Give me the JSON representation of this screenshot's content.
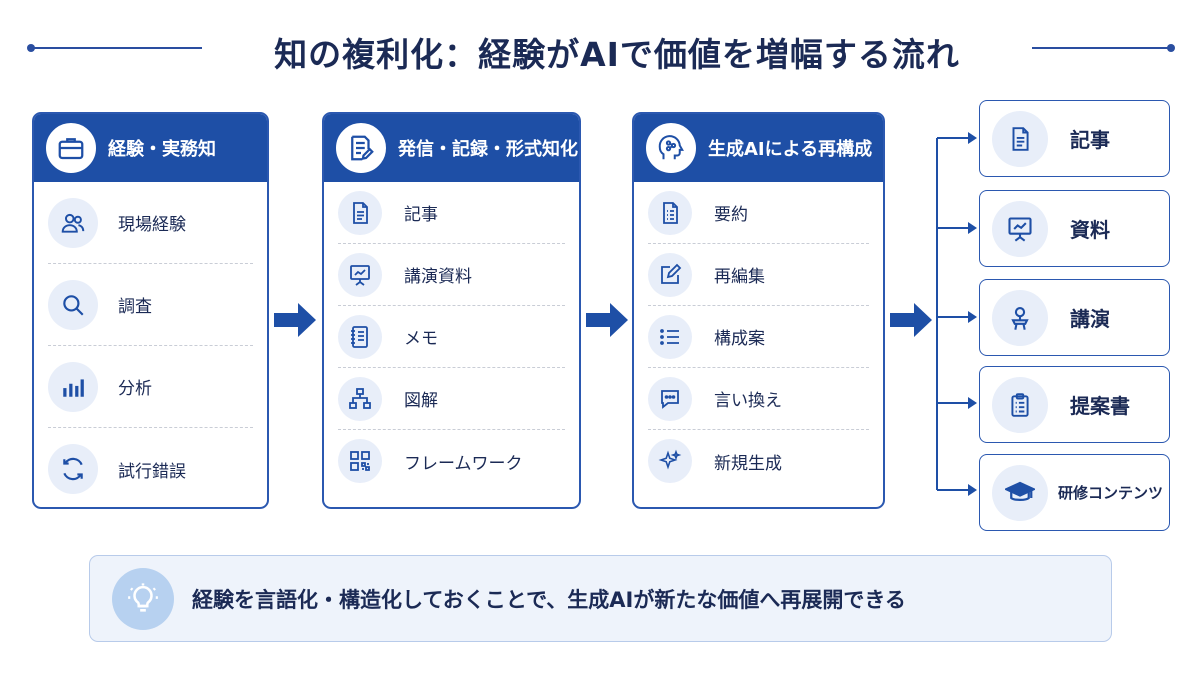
{
  "title": "知の複利化：経験がAIで価値を増幅する流れ",
  "colors": {
    "primary": "#1e4fa6",
    "text": "#1b2a55",
    "icon_bg": "#e8eef9",
    "footer_bg": "#eef3fb"
  },
  "columns": [
    {
      "header": "経験・実務知",
      "header_icon": "briefcase-icon",
      "items": [
        {
          "label": "現場経験",
          "icon": "people-icon"
        },
        {
          "label": "調査",
          "icon": "search-icon"
        },
        {
          "label": "分析",
          "icon": "bar-chart-icon"
        },
        {
          "label": "試行錯誤",
          "icon": "refresh-icon"
        }
      ]
    },
    {
      "header": "発信・記録・形式知化",
      "header_icon": "document-pen-icon",
      "items": [
        {
          "label": "記事",
          "icon": "document-icon"
        },
        {
          "label": "講演資料",
          "icon": "presentation-icon"
        },
        {
          "label": "メモ",
          "icon": "notebook-icon"
        },
        {
          "label": "図解",
          "icon": "hierarchy-icon"
        },
        {
          "label": "フレームワーク",
          "icon": "grid-icon"
        }
      ]
    },
    {
      "header": "生成AIによる再構成",
      "header_icon": "ai-head-icon",
      "items": [
        {
          "label": "要約",
          "icon": "summary-doc-icon"
        },
        {
          "label": "再編集",
          "icon": "edit-icon"
        },
        {
          "label": "構成案",
          "icon": "list-icon"
        },
        {
          "label": "言い換え",
          "icon": "chat-icon"
        },
        {
          "label": "新規生成",
          "icon": "sparkle-icon"
        }
      ]
    }
  ],
  "outputs": [
    {
      "label": "記事",
      "icon": "document-icon"
    },
    {
      "label": "資料",
      "icon": "presentation-icon"
    },
    {
      "label": "講演",
      "icon": "microphone-icon"
    },
    {
      "label": "提案書",
      "icon": "clipboard-icon"
    },
    {
      "label": "研修コンテンツ",
      "icon": "graduation-cap-icon"
    }
  ],
  "footer": {
    "text": "経験を言語化・構造化しておくことで、生成AIが新たな価値へ再展開できる",
    "icon": "lightbulb-icon"
  }
}
